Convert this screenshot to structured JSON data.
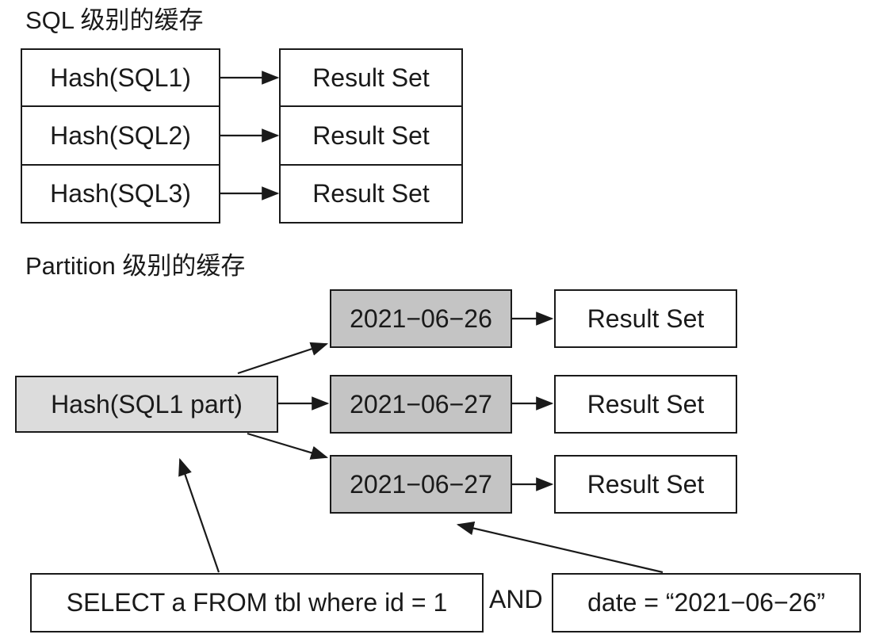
{
  "sql_level": {
    "heading": "SQL 级别的缓存",
    "rows": [
      {
        "hash": "Hash(SQL1)",
        "result": "Result Set"
      },
      {
        "hash": "Hash(SQL2)",
        "result": "Result Set"
      },
      {
        "hash": "Hash(SQL3)",
        "result": "Result Set"
      }
    ]
  },
  "partition_level": {
    "heading": "Partition 级别的缓存",
    "hash": "Hash(SQL1 part)",
    "partitions": [
      {
        "date": "2021−06−26",
        "result": "Result Set"
      },
      {
        "date": "2021−06−27",
        "result": "Result Set"
      },
      {
        "date": "2021−06−27",
        "result": "Result Set"
      }
    ]
  },
  "query": {
    "select_part": "SELECT a FROM tbl where id = 1",
    "connector": "AND",
    "date_part": "date = “2021−06−26”"
  },
  "colors": {
    "stroke": "#1a1a1a",
    "hash_fill": "#dcdcdc",
    "partition_fill": "#c4c4c4"
  }
}
